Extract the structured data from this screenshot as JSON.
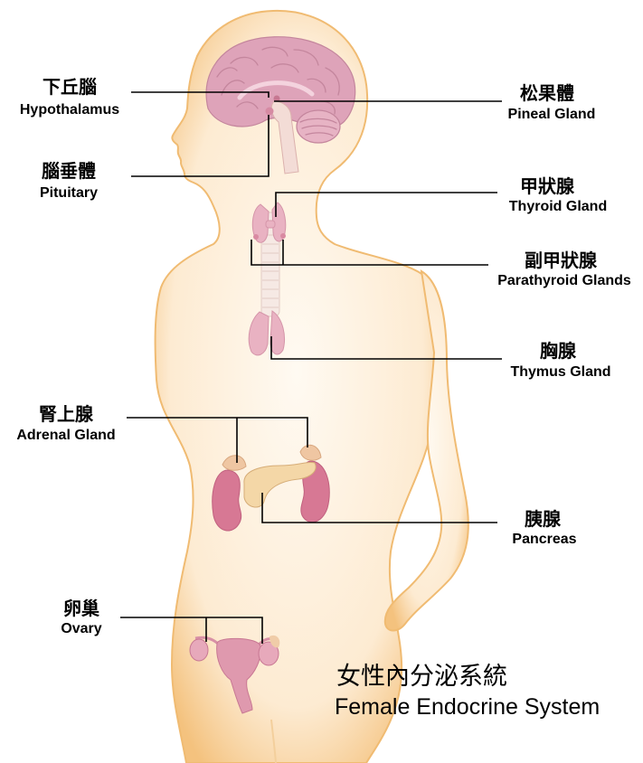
{
  "labels": {
    "hypothalamus": {
      "zh": "下丘腦",
      "en": "Hypothalamus"
    },
    "pituitary": {
      "zh": "腦垂體",
      "en": "Pituitary"
    },
    "adrenal": {
      "zh": "腎上腺",
      "en": "Adrenal Gland"
    },
    "ovary": {
      "zh": "卵巢",
      "en": "Ovary"
    },
    "pineal": {
      "zh": "松果體",
      "en": "Pineal Gland"
    },
    "thyroid": {
      "zh": "甲狀腺",
      "en": "Thyroid Gland"
    },
    "parathyroid": {
      "zh": "副甲狀腺",
      "en": "Parathyroid Glands"
    },
    "thymus": {
      "zh": "胸腺",
      "en": "Thymus Gland"
    },
    "pancreas": {
      "zh": "胰腺",
      "en": "Pancreas"
    }
  },
  "caption": {
    "zh": "女性內分泌系統",
    "en": "Female Endocrine System"
  },
  "colors": {
    "skin_inner": "#fffaf2",
    "skin_mid": "#fdebd2",
    "skin_edge": "#f4c27e",
    "brain": "#dea3b9",
    "cerebellum": "#e7b3c4",
    "brainstem": "#f3dcd6",
    "organ_pink": "#e9b2c2",
    "trachea": "#f6e9e4",
    "kidney": "#d77894",
    "adrenal": "#efc6a2",
    "pancreas": "#f4d7a7",
    "uterus": "#df99ae",
    "ovary": "#e7a9bb",
    "leader_line": "#000000",
    "label_text": "#000000"
  }
}
